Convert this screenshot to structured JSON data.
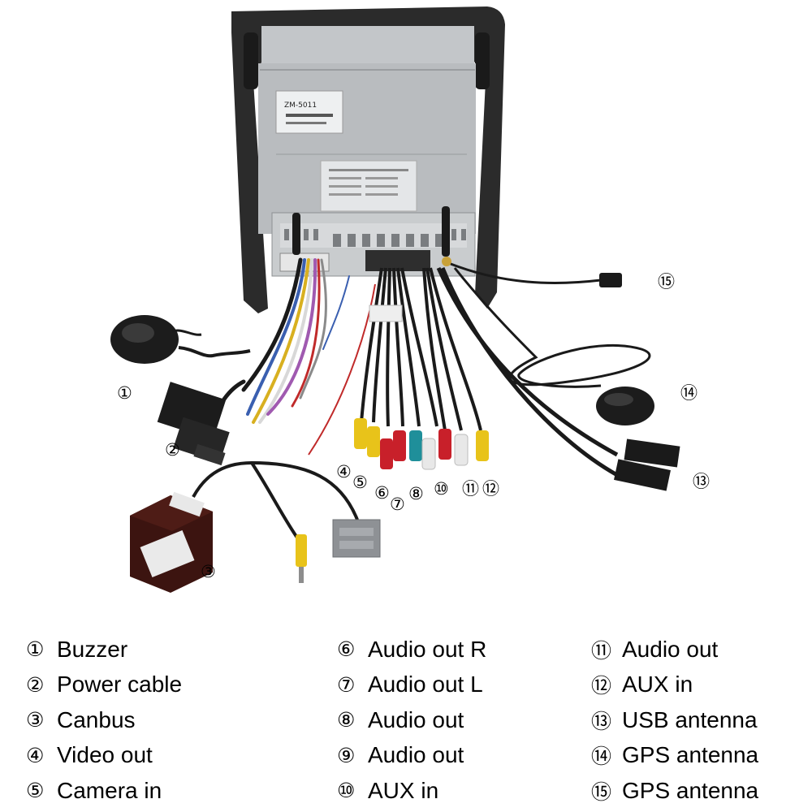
{
  "device": {
    "model_label": "ZM-5011"
  },
  "callouts": [
    {
      "id": "1",
      "glyph": "①"
    },
    {
      "id": "2",
      "glyph": "②"
    },
    {
      "id": "3",
      "glyph": "③"
    },
    {
      "id": "4",
      "glyph": "④"
    },
    {
      "id": "5",
      "glyph": "⑤"
    },
    {
      "id": "6",
      "glyph": "⑥"
    },
    {
      "id": "7",
      "glyph": "⑦"
    },
    {
      "id": "8",
      "glyph": "⑧"
    },
    {
      "id": "10",
      "glyph": "⑩"
    },
    {
      "id": "11",
      "glyph": "⑪"
    },
    {
      "id": "12",
      "glyph": "⑫"
    },
    {
      "id": "13",
      "glyph": "⑬"
    },
    {
      "id": "14",
      "glyph": "⑭"
    },
    {
      "id": "15",
      "glyph": "⑮"
    }
  ],
  "legend": {
    "col1": [
      {
        "num": "①",
        "label": "Buzzer"
      },
      {
        "num": "②",
        "label": "Power cable"
      },
      {
        "num": "③",
        "label": "Canbus"
      },
      {
        "num": "④",
        "label": "Video out"
      },
      {
        "num": "⑤",
        "label": "Camera in"
      }
    ],
    "col2": [
      {
        "num": "⑥",
        "label": "Audio out R"
      },
      {
        "num": "⑦",
        "label": "Audio out L"
      },
      {
        "num": "⑧",
        "label": "Audio out"
      },
      {
        "num": "⑨",
        "label": "Audio out"
      },
      {
        "num": "⑩",
        "label": "AUX in"
      }
    ],
    "col3": [
      {
        "num": "⑪",
        "label": "Audio out"
      },
      {
        "num": "⑫",
        "label": "AUX in"
      },
      {
        "num": "⑬",
        "label": "USB antenna"
      },
      {
        "num": "⑭",
        "label": "GPS antenna"
      },
      {
        "num": "⑮",
        "label": "GPS antenna"
      }
    ]
  },
  "colors": {
    "rca_yellow": "#e8c31a",
    "rca_red": "#c8202a",
    "rca_white": "#e8e8e8",
    "rca_teal": "#1f8f9a",
    "cable_black": "#1a1a1a",
    "metal_case": "#b9bcbf",
    "bezel": "#2b2b2b"
  }
}
